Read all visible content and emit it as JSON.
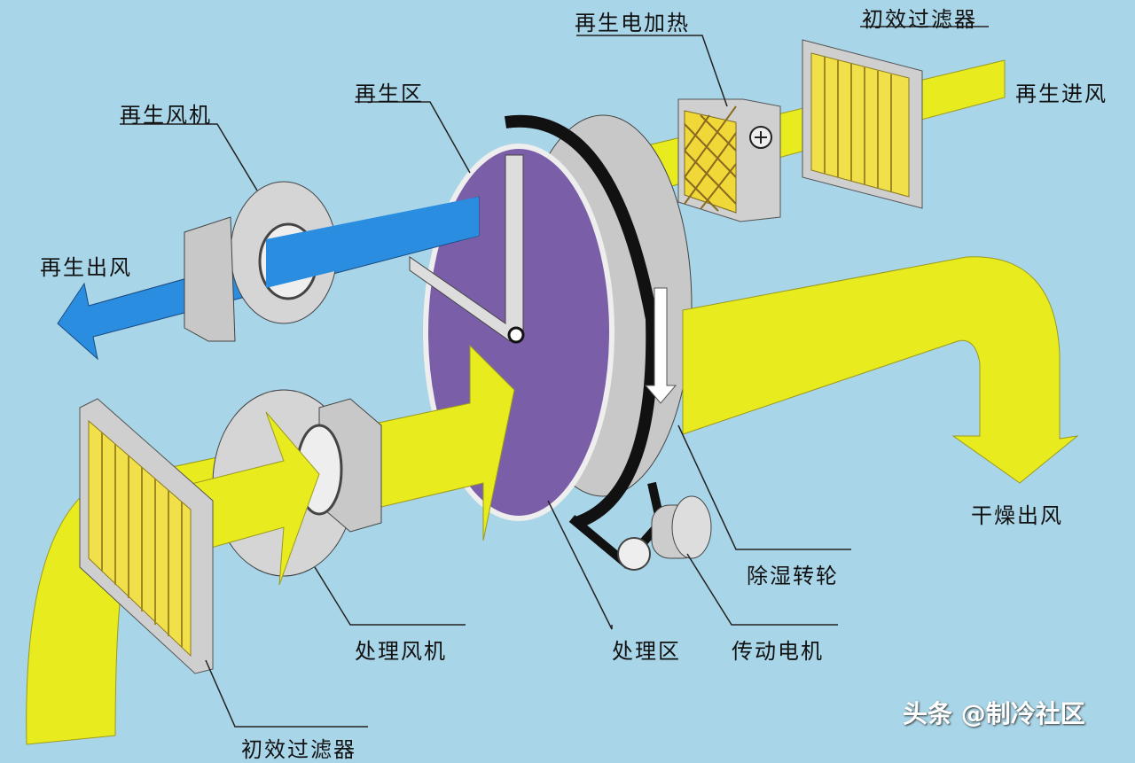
{
  "labels": {
    "regen_heater": "再生电加热",
    "top_filter": "初效过滤器",
    "regen_zone": "再生区",
    "regen_fan": "再生风机",
    "regen_inlet": "再生进风",
    "regen_outlet": "再生出风",
    "dry_outlet": "干燥出风",
    "desiccant_wheel": "除湿转轮",
    "process_fan": "处理风机",
    "process_zone": "处理区",
    "drive_motor": "传动电机",
    "bottom_filter": "初效过滤器"
  },
  "watermark": "头条 @制冷社区",
  "colors": {
    "background": "#a8d5e7",
    "air_yellow": "#e8ec1f",
    "regen_blue": "#2a8de0",
    "wheel": "#7a5ea8"
  }
}
